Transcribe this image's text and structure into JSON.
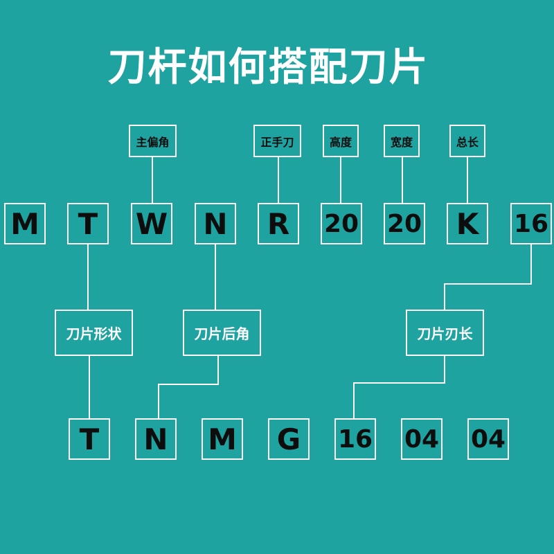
{
  "title": "刀杆如何搭配刀片",
  "holder_code": [
    "M",
    "T",
    "W",
    "N",
    "R",
    "20",
    "20",
    "K",
    "16"
  ],
  "insert_code": [
    "T",
    "N",
    "M",
    "G",
    "16",
    "04",
    "04"
  ],
  "top_labels": {
    "main_angle": "主偏角",
    "hand": "正手刀",
    "height": "高度",
    "width": "宽度",
    "length": "总长"
  },
  "mid_labels": {
    "insert_shape": "刀片形状",
    "clearance_angle": "刀片后角",
    "edge_length": "刀片刃长"
  },
  "colors": {
    "background": "#1fa3a0",
    "line": "#ffffff",
    "code_text": "#0d0d0d",
    "title_text": "#ffffff"
  }
}
